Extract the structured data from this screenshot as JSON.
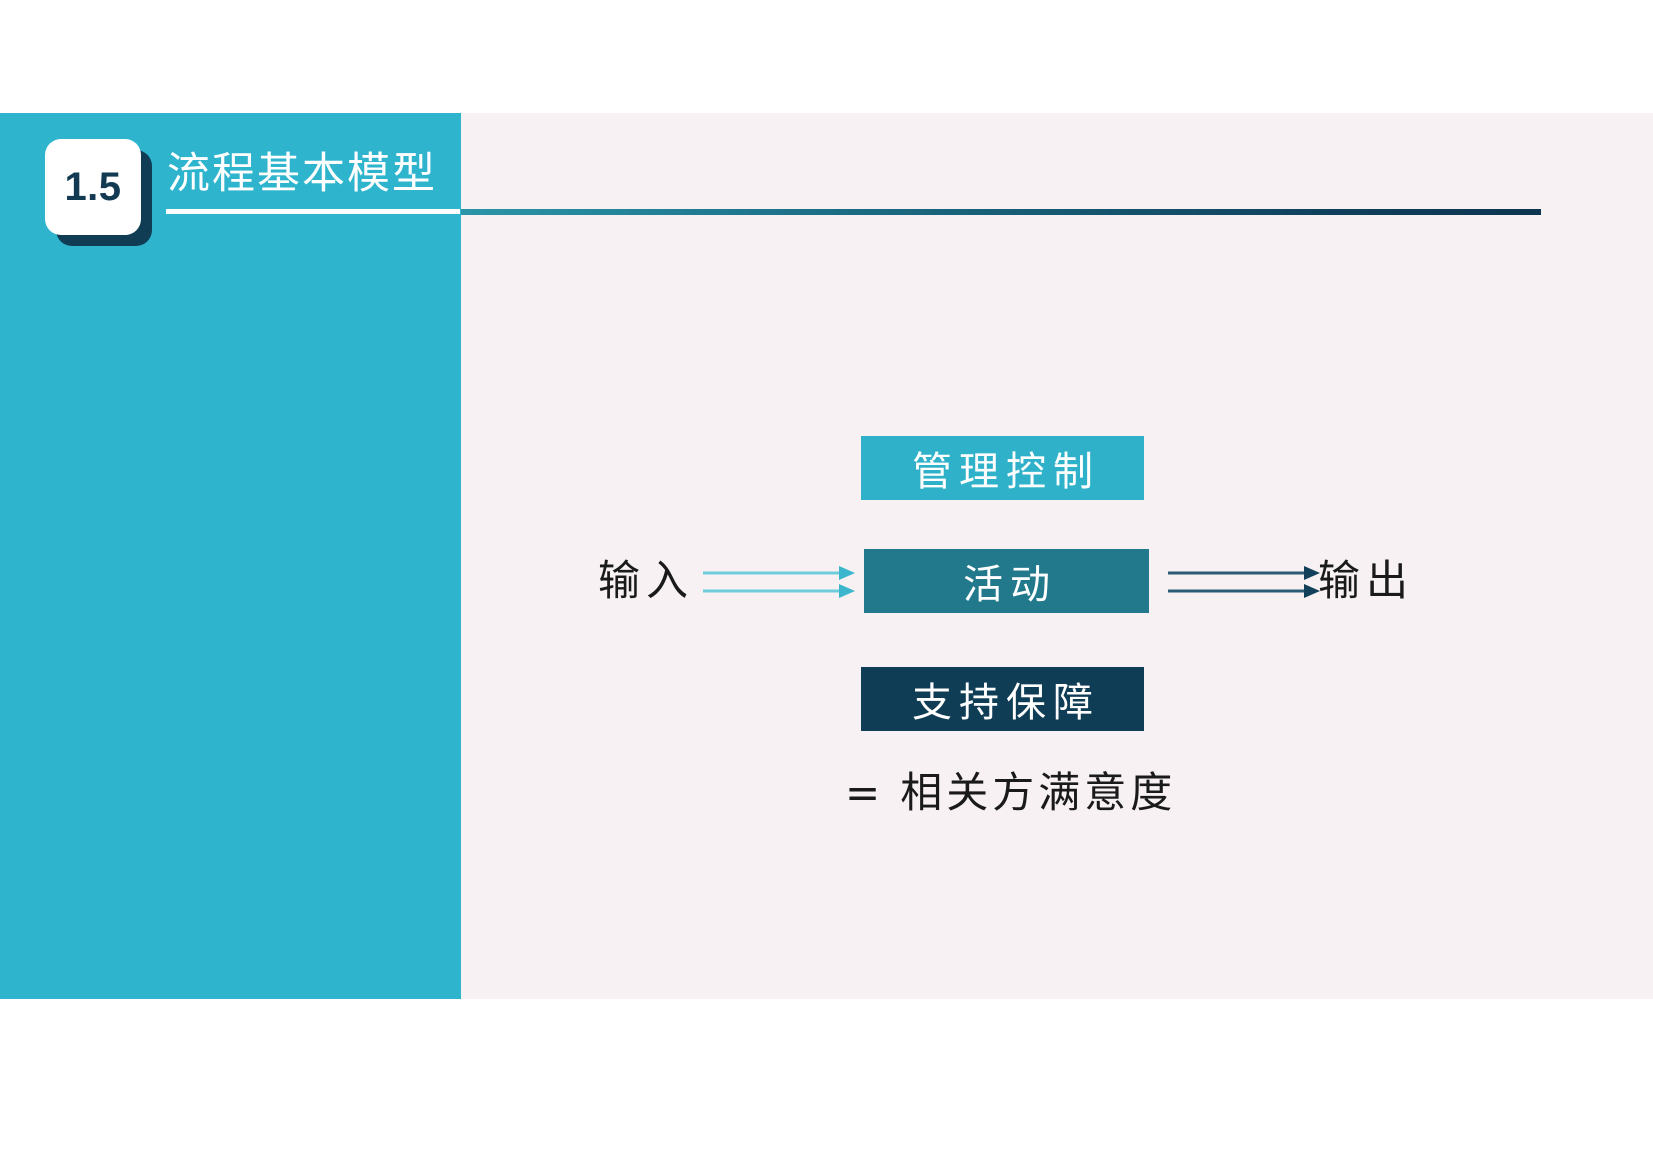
{
  "slide": {
    "number_badge": "1.5",
    "title": "流程基本模型",
    "background_color": "#f7f1f3",
    "sidebar_color": "#2eb4cc",
    "accent_dark": "#0f3d56"
  },
  "diagram": {
    "input_label": "输入",
    "output_label": "输出",
    "boxes": [
      {
        "label": "管理控制",
        "color": "#2fb2c9"
      },
      {
        "label": "活动",
        "color": "#22798c"
      },
      {
        "label": "支持保障",
        "color": "#0f3d56"
      }
    ],
    "input_arrow": {
      "name": "double-line-arrow-right",
      "color": "#5ec8d8"
    },
    "output_arrow": {
      "name": "double-line-arrow-right",
      "color": "#1d4a63"
    },
    "result": {
      "equals": "=",
      "text": "相关方满意度"
    }
  }
}
